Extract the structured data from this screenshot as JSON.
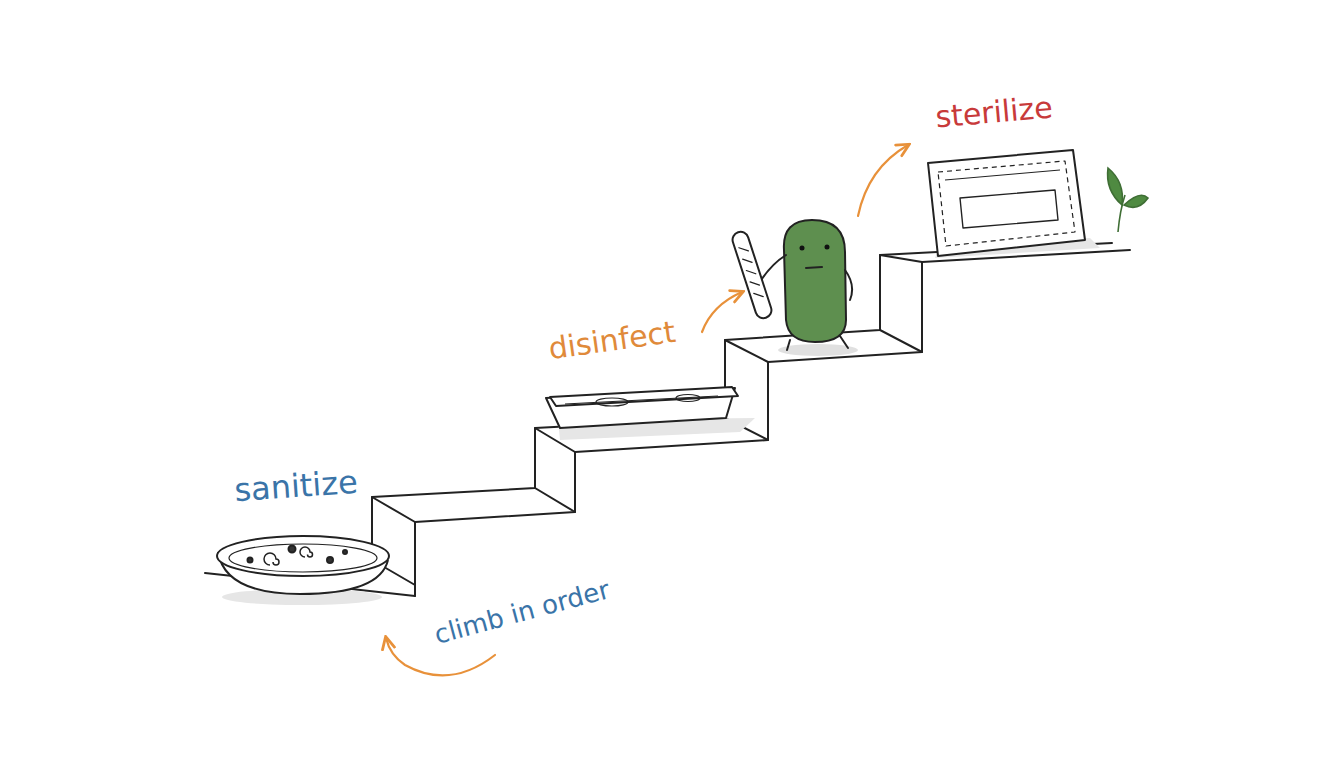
{
  "diagram": {
    "labels": [
      "sanitize",
      "disinfect",
      "sterilize",
      "climb in order"
    ]
  }
}
